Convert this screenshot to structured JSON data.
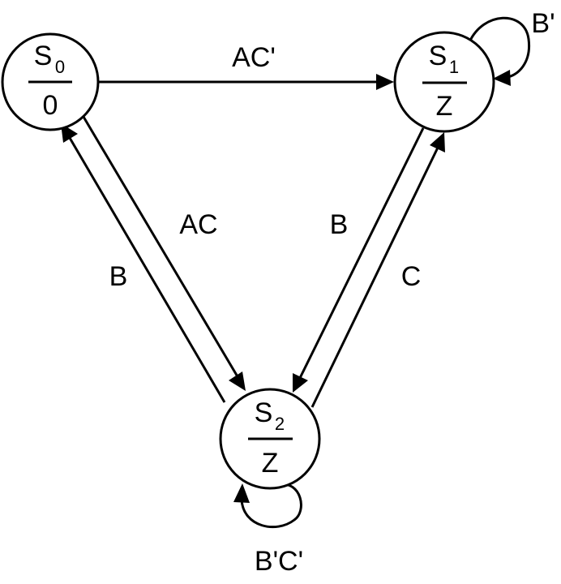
{
  "states": [
    {
      "id": "s0",
      "name": "S",
      "subscript": "0",
      "output": "0"
    },
    {
      "id": "s1",
      "name": "S",
      "subscript": "1",
      "output": "Z"
    },
    {
      "id": "s2",
      "name": "S",
      "subscript": "2",
      "output": "Z"
    }
  ],
  "transitions": {
    "s0_to_s1": "AC'",
    "s1_self": "B'",
    "s0_to_s2": "AC",
    "s2_to_s0": "B",
    "s1_to_s2": "B",
    "s2_to_s1": "C",
    "s2_self": "B'C'"
  },
  "colors": {
    "stroke": "#000000",
    "background": "#ffffff"
  }
}
